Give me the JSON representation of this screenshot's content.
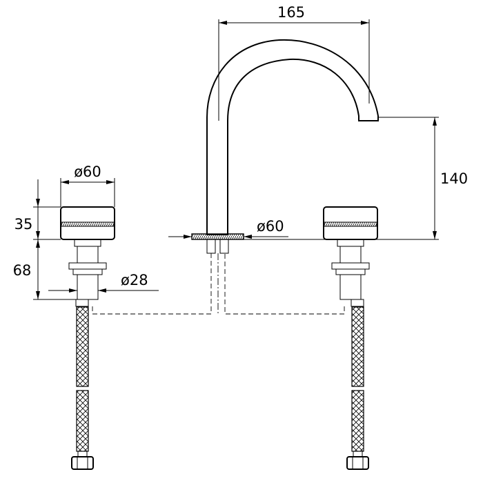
{
  "dimensions": {
    "spout_reach": "165",
    "spout_height": "140",
    "handle_diameter": "ø60",
    "handle_height": "35",
    "valve_height": "68",
    "valve_diameter": "ø28",
    "spout_base_diameter": "ø60"
  }
}
